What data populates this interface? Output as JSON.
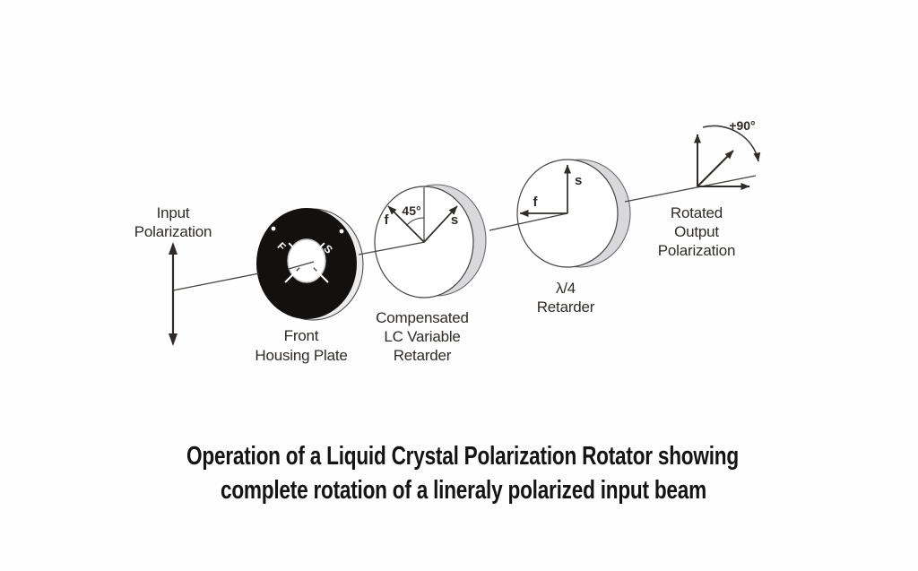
{
  "figure": {
    "colors": {
      "background": "#fefefe",
      "ink": "#2f2b28",
      "ring_fill": "#131110",
      "crescent": "#d9d9dc"
    },
    "input": {
      "label1": "Input",
      "label2": "Polarization"
    },
    "front_plate": {
      "label1": "Front",
      "label2": "Housing Plate",
      "marking_f": "F",
      "marking_s": "S"
    },
    "lc_retarder": {
      "label1": "Compensated",
      "label2": "LC Variable",
      "label3": "Retarder",
      "angle": "45°",
      "axis_f": "f",
      "axis_s": "s"
    },
    "quarter_wave_retarder": {
      "label1": "λ/4",
      "label2": "Retarder",
      "axis_f": "f",
      "axis_s": "s"
    },
    "output": {
      "label1": "Rotated",
      "label2": "Output",
      "label3": "Polarization",
      "rotation": "+90°"
    }
  },
  "caption": {
    "line1": "Operation of a Liquid Crystal Polarization Rotator showing",
    "line2": "complete rotation of a lineraly polarized input beam"
  }
}
